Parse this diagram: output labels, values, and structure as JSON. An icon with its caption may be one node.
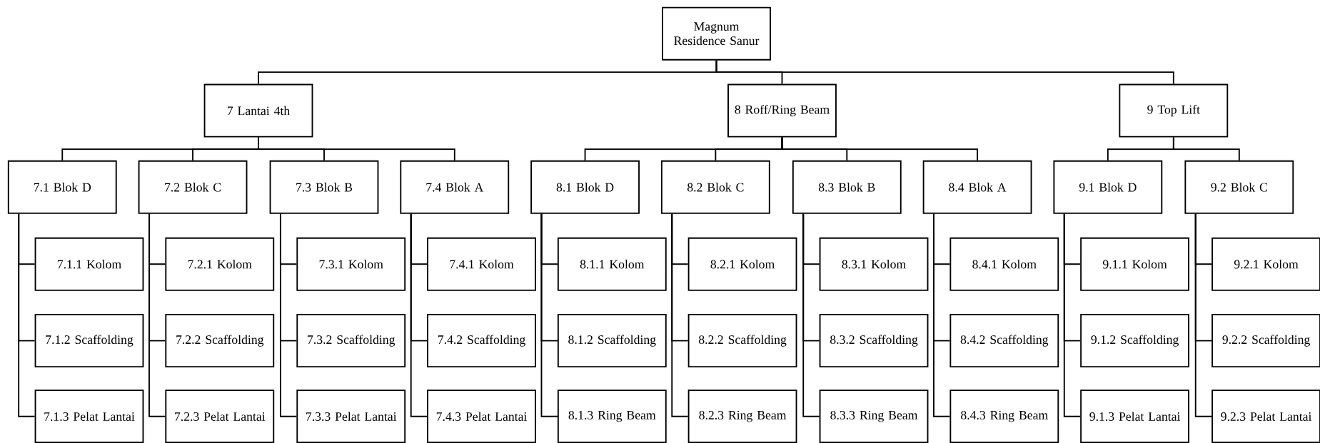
{
  "diagram": {
    "nodes": [
      {
        "text": [
          "Magnum Residence Sanur"
        ]
      },
      {
        "text": [
          "7 Lantai 4th"
        ]
      },
      {
        "text": [
          "7.1 Blok D"
        ]
      },
      {
        "text": [
          "7.1.1 Kolom"
        ]
      },
      {
        "text": [
          "7.1.2 Scaffolding"
        ]
      },
      {
        "text": [
          "7.1.3 Pelat Lantai"
        ]
      },
      {
        "text": [
          "7.2 Blok C"
        ]
      },
      {
        "text": [
          "7.2.1 Kolom"
        ]
      },
      {
        "text": [
          "7.2.2 Scaffolding"
        ]
      },
      {
        "text": [
          "7.2.3 Pelat Lantai"
        ]
      },
      {
        "text": [
          "7.3 Blok B"
        ]
      },
      {
        "text": [
          "7.3.1 Kolom"
        ]
      },
      {
        "text": [
          "7.3.2 Scaffolding"
        ]
      },
      {
        "text": [
          "7.3.3 Pelat Lantai"
        ]
      },
      {
        "text": [
          "7.4 Blok A"
        ]
      },
      {
        "text": [
          "7.4.1 Kolom"
        ]
      },
      {
        "text": [
          "7.4.2 Scaffolding"
        ]
      },
      {
        "text": [
          "7.4.3 Pelat Lantai"
        ]
      },
      {
        "text": [
          "8 Roff/Ring Beam"
        ]
      },
      {
        "text": [
          "8.1 Blok D"
        ]
      },
      {
        "text": [
          "8.1.1 Kolom"
        ]
      },
      {
        "text": [
          "8.1.2 Scaffolding"
        ]
      },
      {
        "text": [
          "8.1.3 Ring Beam"
        ]
      },
      {
        "text": [
          "8.2 Blok C"
        ]
      },
      {
        "text": [
          "8.2.1 Kolom"
        ]
      },
      {
        "text": [
          "8.2.2 Scaffolding"
        ]
      },
      {
        "text": [
          "8.2.3 Ring Beam"
        ]
      },
      {
        "text": [
          "8.3 Blok B"
        ]
      },
      {
        "text": [
          "8.3.1 Kolom"
        ]
      },
      {
        "text": [
          "8.3.2 Scaffolding"
        ]
      },
      {
        "text": [
          "8.3.3 Ring Beam"
        ]
      },
      {
        "text": [
          "8.4 Blok A"
        ]
      },
      {
        "text": [
          "8.4.1 Kolom"
        ]
      },
      {
        "text": [
          "8.4.2 Scaffolding"
        ]
      },
      {
        "text": [
          "8.4.3 Ring Beam"
        ]
      },
      {
        "text": [
          "9 Top Lift"
        ]
      },
      {
        "text": [
          "9.1 Blok D"
        ]
      },
      {
        "text": [
          "9.1.1 Kolom"
        ]
      },
      {
        "text": [
          "9.1.2 Scaffolding"
        ]
      },
      {
        "text": [
          "9.1.3 Pelat Lantai"
        ]
      },
      {
        "text": [
          "9.2 Blok C"
        ]
      },
      {
        "text": [
          "9.2.1 Kolom"
        ]
      },
      {
        "text": [
          "9.2.2 Scaffolding"
        ]
      },
      {
        "text": [
          "9.2.3 Pelat Lantai"
        ]
      }
    ],
    "edges": [
      {
        "from": 0,
        "to": 1,
        "arrow": "none"
      },
      {
        "from": 0,
        "to": 18,
        "arrow": "none"
      },
      {
        "from": 0,
        "to": 35,
        "arrow": "none"
      },
      {
        "from": 1,
        "to": 2,
        "arrow": "none"
      },
      {
        "from": 1,
        "to": 6,
        "arrow": "none"
      },
      {
        "from": 1,
        "to": 10,
        "arrow": "none"
      },
      {
        "from": 1,
        "to": 14,
        "arrow": "none"
      },
      {
        "from": 2,
        "to": 3,
        "arrow": "none"
      },
      {
        "from": 2,
        "to": 4,
        "arrow": "none"
      },
      {
        "from": 2,
        "to": 5,
        "arrow": "none"
      },
      {
        "from": 6,
        "to": 7,
        "arrow": "none"
      },
      {
        "from": 6,
        "to": 8,
        "arrow": "none"
      },
      {
        "from": 6,
        "to": 9,
        "arrow": "none"
      },
      {
        "from": 10,
        "to": 11,
        "arrow": "none"
      },
      {
        "from": 10,
        "to": 12,
        "arrow": "none"
      },
      {
        "from": 10,
        "to": 13,
        "arrow": "none"
      },
      {
        "from": 14,
        "to": 15,
        "arrow": "none"
      },
      {
        "from": 14,
        "to": 16,
        "arrow": "none"
      },
      {
        "from": 14,
        "to": 17,
        "arrow": "none"
      },
      {
        "from": 18,
        "to": 19,
        "arrow": "none"
      },
      {
        "from": 18,
        "to": 23,
        "arrow": "none"
      },
      {
        "from": 18,
        "to": 27,
        "arrow": "none"
      },
      {
        "from": 18,
        "to": 31,
        "arrow": "none"
      },
      {
        "from": 19,
        "to": 20,
        "arrow": "none"
      },
      {
        "from": 19,
        "to": 21,
        "arrow": "none"
      },
      {
        "from": 19,
        "to": 22,
        "arrow": "none"
      },
      {
        "from": 23,
        "to": 24,
        "arrow": "none"
      },
      {
        "from": 23,
        "to": 25,
        "arrow": "none"
      },
      {
        "from": 23,
        "to": 26,
        "arrow": "none"
      },
      {
        "from": 27,
        "to": 28,
        "arrow": "none"
      },
      {
        "from": 27,
        "to": 29,
        "arrow": "none"
      },
      {
        "from": 27,
        "to": 30,
        "arrow": "none"
      },
      {
        "from": 31,
        "to": 32,
        "arrow": "none"
      },
      {
        "from": 31,
        "to": 33,
        "arrow": "none"
      },
      {
        "from": 31,
        "to": 34,
        "arrow": "none"
      },
      {
        "from": 35,
        "to": 36,
        "arrow": "none"
      },
      {
        "from": 35,
        "to": 40,
        "arrow": "none"
      },
      {
        "from": 36,
        "to": 37,
        "arrow": "none"
      },
      {
        "from": 36,
        "to": 38,
        "arrow": "none"
      },
      {
        "from": 36,
        "to": 39,
        "arrow": "none"
      },
      {
        "from": 40,
        "to": 41,
        "arrow": "none"
      },
      {
        "from": 40,
        "to": 42,
        "arrow": "none"
      },
      {
        "from": 40,
        "to": 43,
        "arrow": "none"
      }
    ]
  }
}
